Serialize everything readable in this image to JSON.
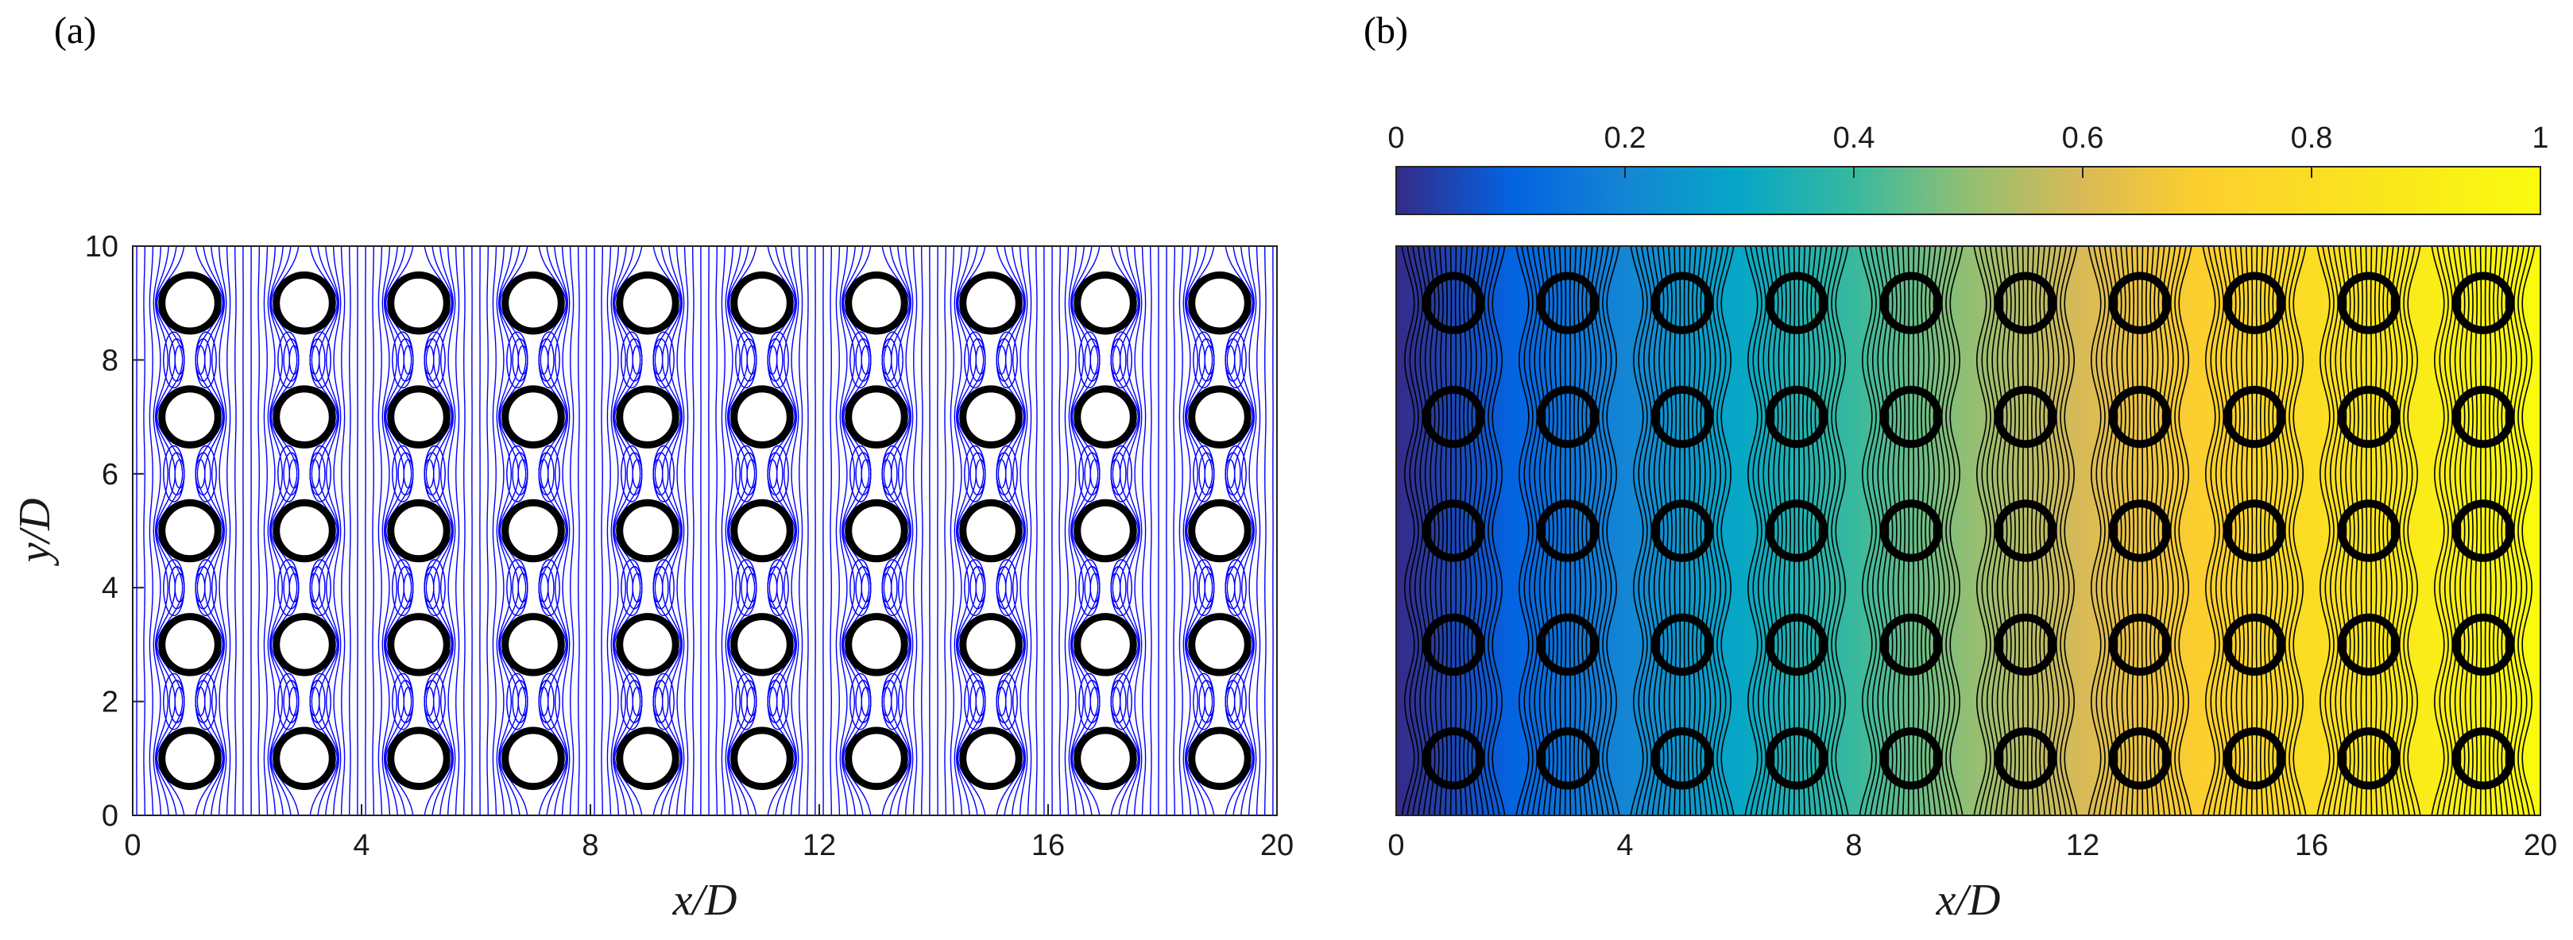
{
  "chart_data": [
    {
      "id": "a",
      "panel_label": "(a)",
      "type": "streamline",
      "xlabel": "x/D",
      "ylabel": "y/D",
      "xlim": [
        0,
        20
      ],
      "ylim": [
        0,
        10
      ],
      "xticks": [
        0,
        4,
        8,
        12,
        16,
        20
      ],
      "yticks": [
        0,
        2,
        4,
        6,
        8,
        10
      ],
      "streamline_color": "#0000ff",
      "cylinders": {
        "x_centers": [
          1,
          3,
          5,
          7,
          9,
          11,
          13,
          15,
          17,
          19
        ],
        "y_centers": [
          1,
          3,
          5,
          7,
          9
        ],
        "diameter": 1
      }
    },
    {
      "id": "b",
      "panel_label": "(b)",
      "type": "heatmap",
      "xlabel": "x/D",
      "xlim": [
        0,
        20
      ],
      "ylim": [
        0,
        10
      ],
      "xticks": [
        0,
        4,
        8,
        12,
        16,
        20
      ],
      "colormap": "parula",
      "colorbar": {
        "location": "top",
        "range": [
          0,
          1
        ],
        "ticks": [
          "0",
          "0.2",
          "0.4",
          "0.6",
          "0.8",
          "1"
        ]
      },
      "contour_color": "#000000",
      "cylinders": {
        "x_centers": [
          1,
          3,
          5,
          7,
          9,
          11,
          13,
          15,
          17,
          19
        ],
        "y_centers": [
          1,
          3,
          5,
          7,
          9
        ],
        "diameter": 1
      }
    }
  ]
}
